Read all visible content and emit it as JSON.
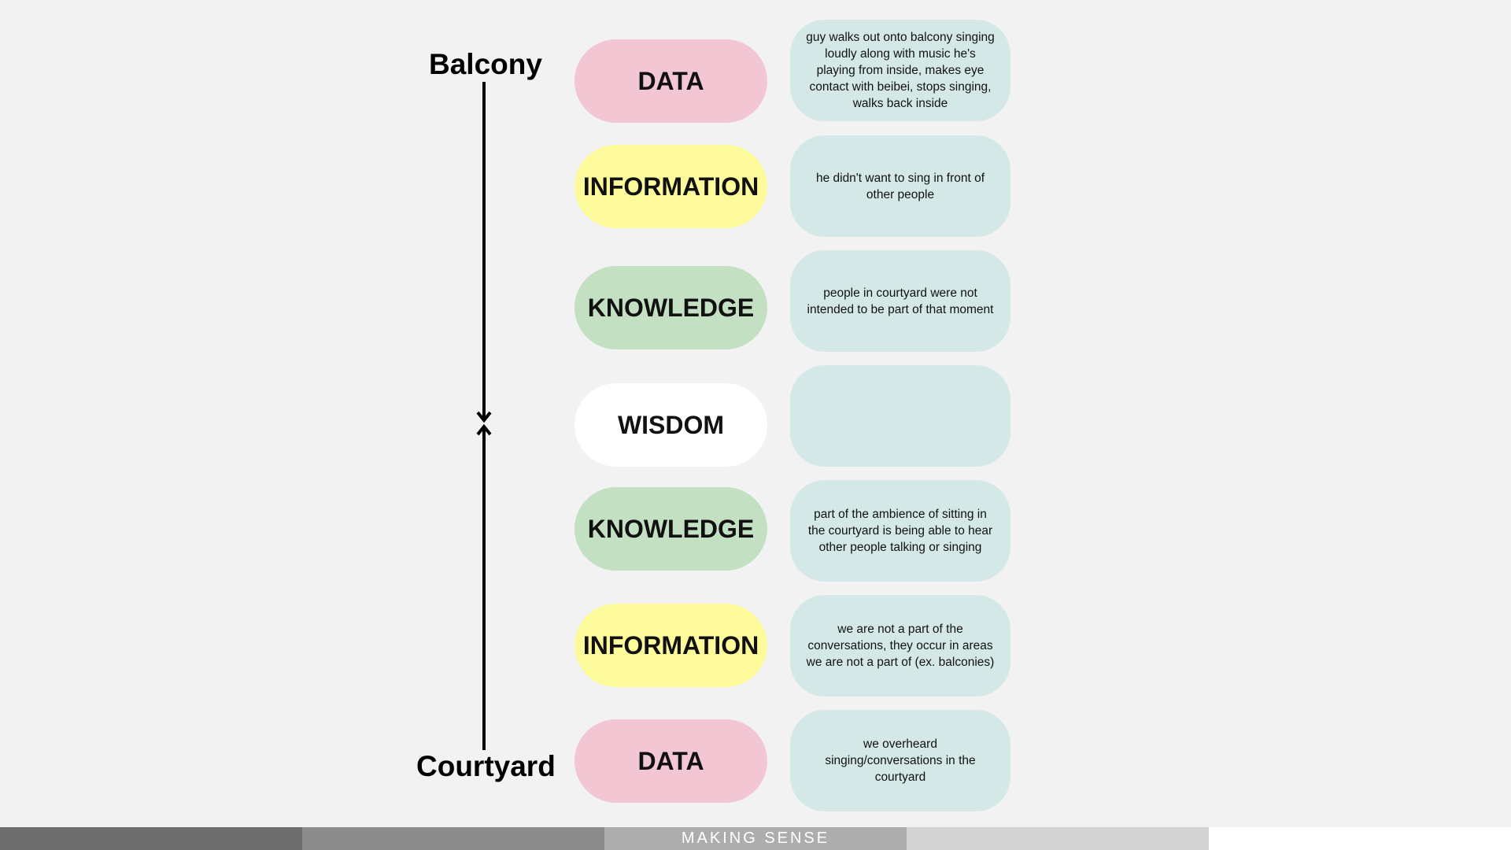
{
  "labels": {
    "top": "Balcony",
    "bottom": "Courtyard"
  },
  "stages": [
    {
      "label": "DATA",
      "note": "guy walks out onto balcony singing loudly along with music he's playing from inside, makes eye contact with beibei, stops singing, walks back inside",
      "color": "#f2c6d3"
    },
    {
      "label": "INFORMATION",
      "note": "he didn't want to sing in front of other people",
      "color": "#fdfa9c"
    },
    {
      "label": "KNOWLEDGE",
      "note": "people in courtyard were not intended to be part of that moment",
      "color": "#c3e1c2"
    },
    {
      "label": "WISDOM",
      "note": "",
      "color": "#ffffff"
    },
    {
      "label": "KNOWLEDGE",
      "note": "part of the ambience of sitting in the courtyard is being able to hear other people talking or singing",
      "color": "#c3e1c2"
    },
    {
      "label": "INFORMATION",
      "note": "we are not a part of the conversations, they occur in areas we are not a part of (ex. balconies)",
      "color": "#fdfa9c"
    },
    {
      "label": "DATA",
      "note": "we overheard singing/conversations in the courtyard",
      "color": "#f2c6d3"
    }
  ],
  "footer": {
    "title": "MAKING SENSE",
    "segment_colors": [
      "#6e6e6e",
      "#8c8c8c",
      "#adadad",
      "#d3d3d3",
      "#ffffff"
    ]
  },
  "colors": {
    "background": "#f2f2f2",
    "note_box": "#d5e8e8",
    "arrow": "#000000"
  }
}
